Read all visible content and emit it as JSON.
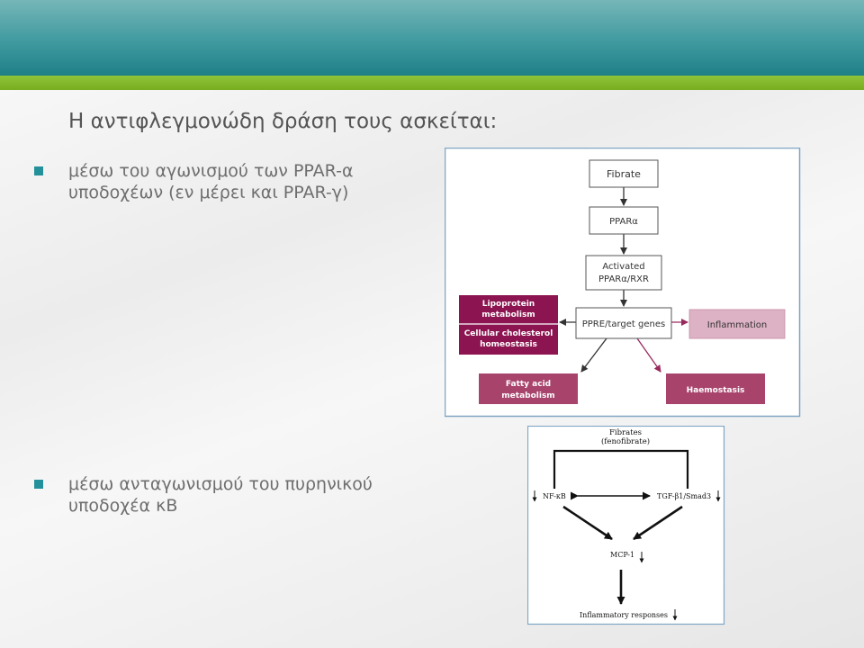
{
  "slide": {
    "title": "Η αντιφλεγμονώδη δράση τους ασκείται:",
    "bullets": [
      {
        "line1": "μέσω του αγωνισμού των PPAR-α",
        "line2": "υποδοχέων (εν μέρει και PPAR-γ)"
      },
      {
        "line1": "μέσω ανταγωνισμού του πυρηνικού",
        "line2": "υποδοχέα κΒ"
      }
    ]
  },
  "diagram1": {
    "nodes": {
      "fibrate": "Fibrate",
      "ppar_alpha": "PPARα",
      "activated_line1": "Activated",
      "activated_line2": "PPARα/RXR",
      "ppre": "PPRE/target genes",
      "lipoprotein_line1": "Lipoprotein",
      "lipoprotein_line2": "metabolism",
      "cholesterol_line1": "Cellular cholesterol",
      "cholesterol_line2": "homeostasis",
      "inflammation": "Inflammation",
      "fatty_acid_line1": "Fatty acid",
      "fatty_acid_line2": "metabolism",
      "haemostasis": "Haemostasis"
    },
    "colors": {
      "dark_magenta": "#8c1450",
      "medium_magenta": "#a8436c",
      "light_pink": "#ddb2c4",
      "pink_arrow": "#9a2a5e",
      "border_blue": "#7fa6c4"
    }
  },
  "diagram2": {
    "nodes": {
      "fibrates_line1": "Fibrates",
      "fibrates_line2": "(fenofibrate)",
      "nfkb": "NF-κB",
      "tgf": "TGF-β1/Smad3",
      "mcp1": "MCP-1",
      "inflammatory": "Inflammatory responses"
    }
  }
}
